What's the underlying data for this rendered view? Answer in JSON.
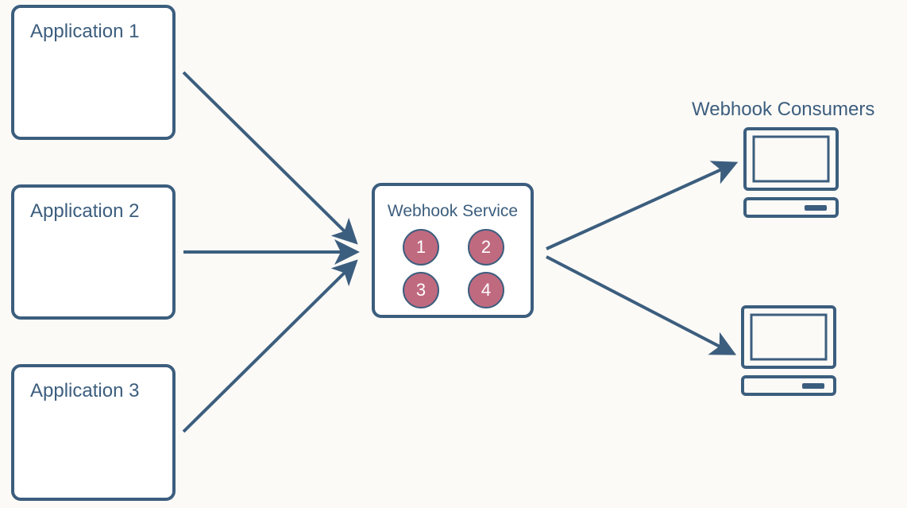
{
  "applications": [
    {
      "label": "Application 1"
    },
    {
      "label": "Application 2"
    },
    {
      "label": "Application 3"
    }
  ],
  "service": {
    "label": "Webhook Service",
    "workers": [
      "1",
      "2",
      "3",
      "4"
    ]
  },
  "consumers": {
    "label": "Webhook Consumers",
    "count": 2
  },
  "colors": {
    "stroke": "#3c5e7e",
    "worker_fill": "#c06a80",
    "background": "#fcfaf7"
  },
  "icons": [
    "computer-icon",
    "arrow-icon"
  ]
}
